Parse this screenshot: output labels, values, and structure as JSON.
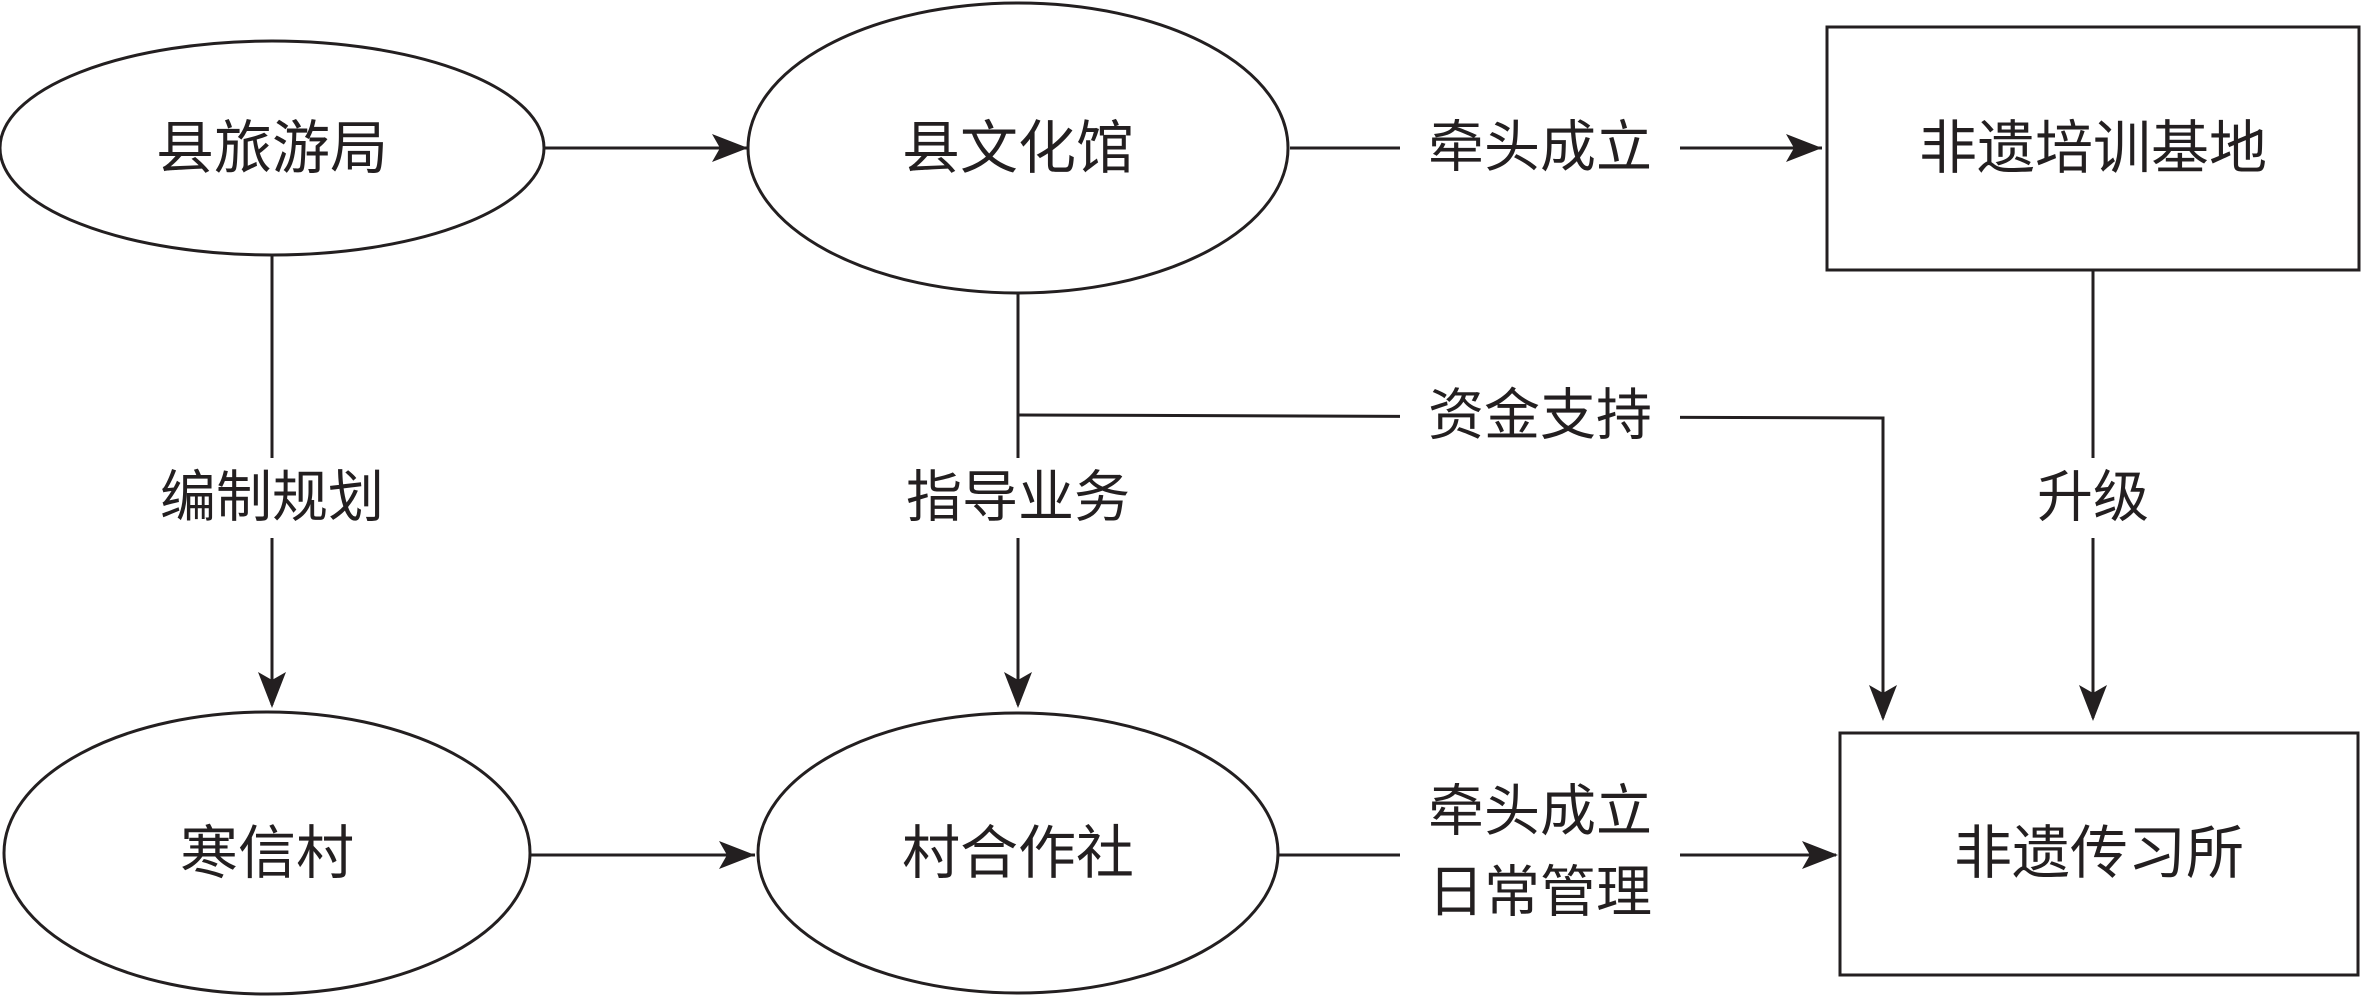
{
  "nodes": {
    "tourism_bureau": "县旅游局",
    "culture_center": "县文化馆",
    "training_base": "非遗培训基地",
    "hanxin_village": "寒信村",
    "village_coop": "村合作社",
    "heritage_school": "非遗传习所"
  },
  "edges": {
    "culture_to_base": "牵头成立",
    "funding_support": "资金支持",
    "plan": "编制规划",
    "guidance": "指导业务",
    "upgrade": "升级",
    "coop_to_school_1": "牵头成立",
    "coop_to_school_2": "日常管理"
  },
  "colors": {
    "line": "#231f20",
    "background": "#ffffff"
  }
}
